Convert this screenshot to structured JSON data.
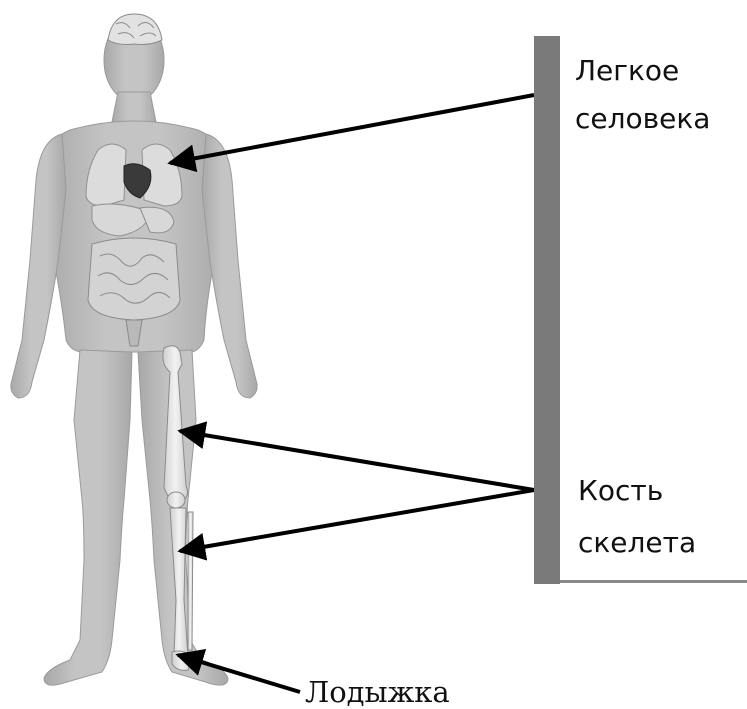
{
  "labels": {
    "lung_line1": "Легкое",
    "lung_line2": "селовека",
    "bone_line1": "Кость",
    "bone_line2": "скелета",
    "ankle": "Лодыжка"
  },
  "colors": {
    "bar": "#7a7a7a",
    "skin": "#bdbdbd",
    "skin_dark": "#a9a9a9",
    "organ": "#d9d9d9",
    "bone": "#e6e6e6",
    "arrow": "#000000"
  }
}
